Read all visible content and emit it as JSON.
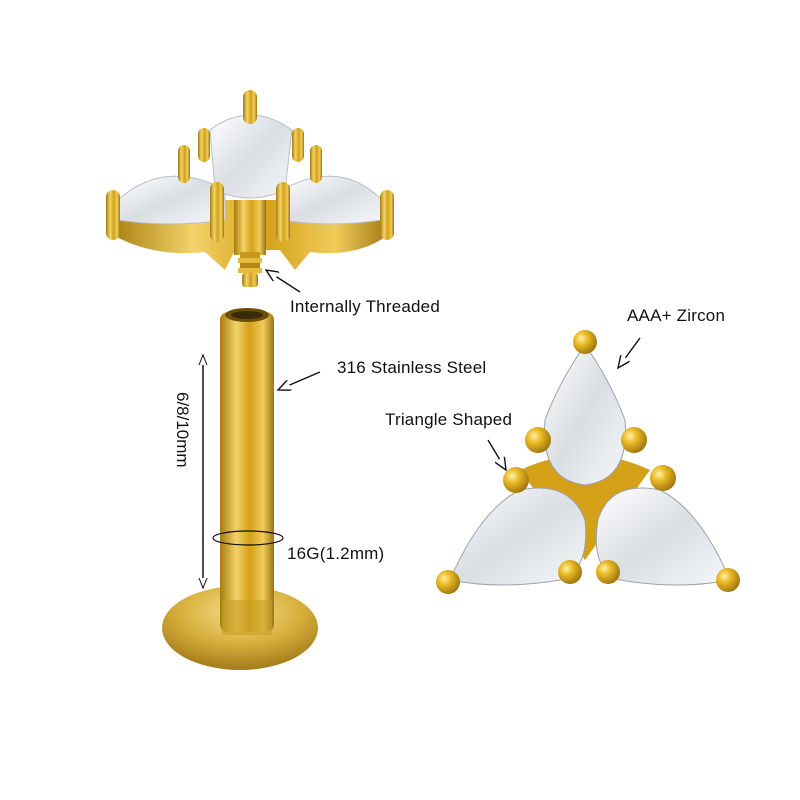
{
  "product": {
    "type": "gold labret stud with triangle zircon top",
    "colors": {
      "gold": "#d4a017",
      "gold_light": "#f3d36a",
      "gold_dark": "#a67c0c",
      "stone": "#eef1f4",
      "stone_shadow": "#9aa3ad",
      "annotation": "#111111",
      "background": "#ffffff"
    }
  },
  "annotations": {
    "internally_threaded": "Internally Threaded",
    "material": "316 Stainless Steel",
    "length": "6/8/10mm",
    "gauge": "16G(1.2mm)",
    "stone": "AAA+ Zircon",
    "shape": "Triangle Shaped"
  }
}
